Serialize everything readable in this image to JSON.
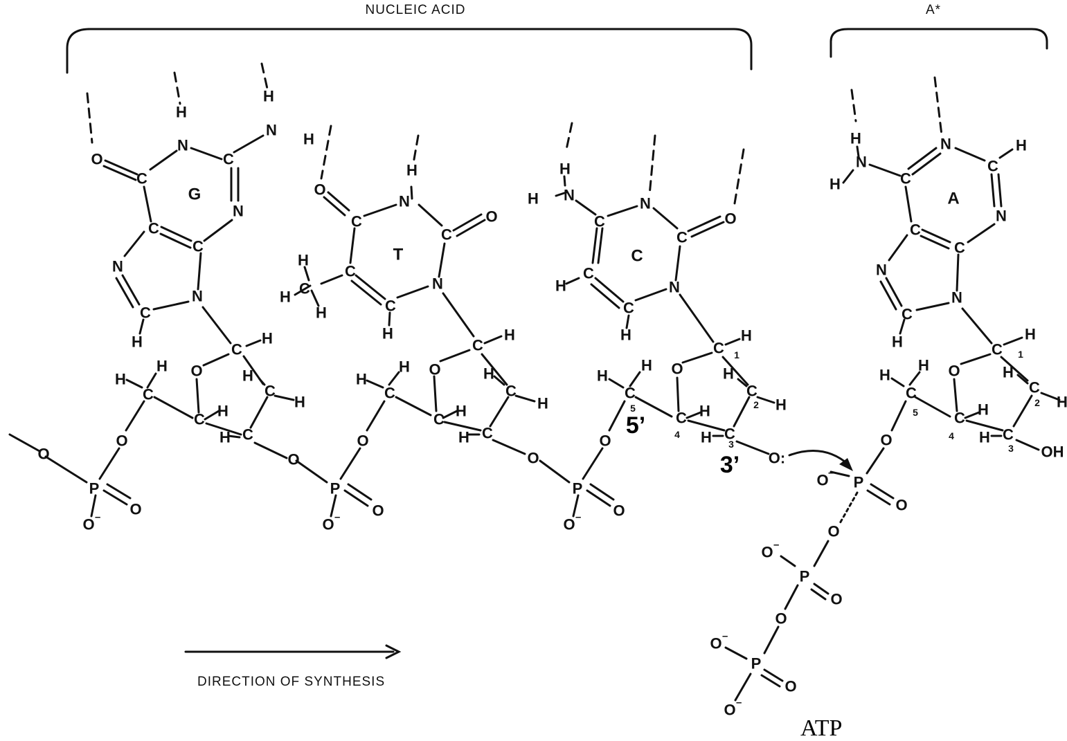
{
  "labels": {
    "nucleic_acid": "NUCLEIC ACID",
    "incoming": "A*",
    "direction": "DIRECTION OF SYNTHESIS",
    "atp": "ATP",
    "five_prime": "5’",
    "three_prime": "3’"
  },
  "bases": [
    "G",
    "T",
    "C",
    "A"
  ],
  "atoms": {
    "O": "O",
    "N": "N",
    "C": "C",
    "H": "H",
    "P": "P",
    "OH": "OH",
    "colon_O": "O:"
  },
  "charge": "–",
  "sugar_positions": [
    "1",
    "2",
    "3",
    "4",
    "5"
  ]
}
